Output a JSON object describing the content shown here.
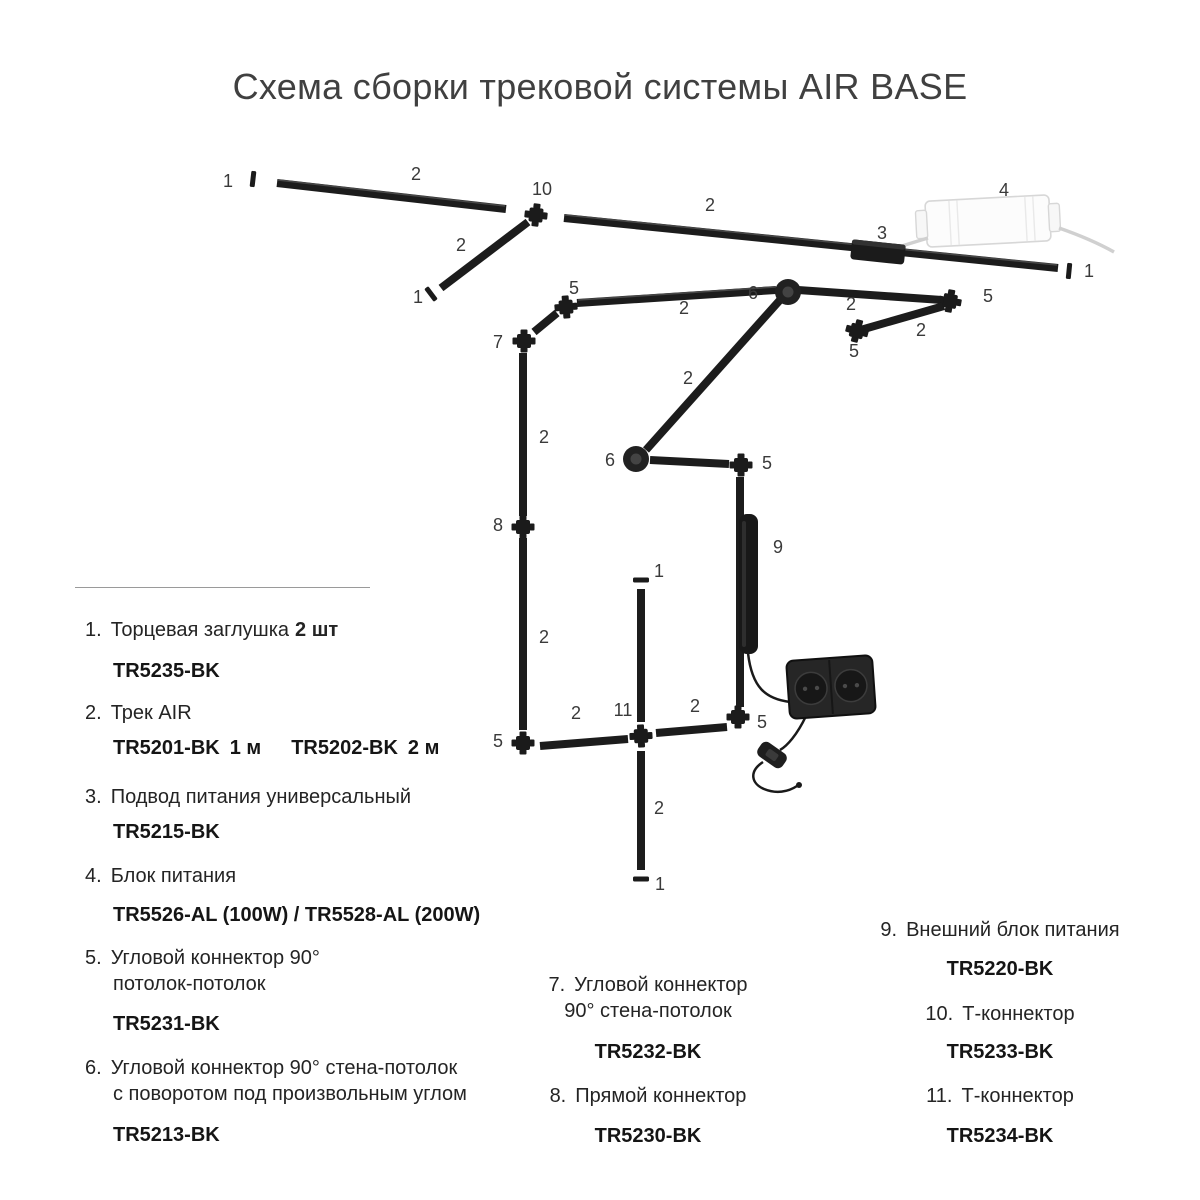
{
  "title": "Схема сборки трековой системы AIR BASE",
  "colors": {
    "track": "#1c1c1c",
    "callout_text": "#3a3a3a",
    "legend_text": "#242424",
    "psu_body": "#fbfbfb"
  },
  "diagram": {
    "callouts": [
      {
        "t": "1"
      },
      {
        "t": "2"
      },
      {
        "t": "10"
      },
      {
        "t": "2"
      },
      {
        "t": "1"
      },
      {
        "t": "2"
      },
      {
        "t": "3"
      },
      {
        "t": "4"
      },
      {
        "t": "1"
      },
      {
        "t": "5"
      },
      {
        "t": "2"
      },
      {
        "t": "6"
      },
      {
        "t": "2"
      },
      {
        "t": "5"
      },
      {
        "t": "2"
      },
      {
        "t": "5"
      },
      {
        "t": "7"
      },
      {
        "t": "2"
      },
      {
        "t": "8"
      },
      {
        "t": "2"
      },
      {
        "t": "2"
      },
      {
        "t": "6"
      },
      {
        "t": "5"
      },
      {
        "t": "9"
      },
      {
        "t": "1"
      },
      {
        "t": "2"
      },
      {
        "t": "11"
      },
      {
        "t": "2"
      },
      {
        "t": "5"
      },
      {
        "t": "5"
      },
      {
        "t": "2"
      },
      {
        "t": "1"
      }
    ]
  },
  "legend": {
    "items": [
      {
        "num": "1.",
        "name": "Торцевая заглушка",
        "qty": "2 шт",
        "code": "TR5235-BK"
      },
      {
        "num": "2.",
        "name": "Трек AIR",
        "code1": "TR5201-BK",
        "size1": "1 м",
        "code2": "TR5202-BK",
        "size2": "2 м"
      },
      {
        "num": "3.",
        "name": "Подвод питания универсальный",
        "code": "TR5215-BK"
      },
      {
        "num": "4.",
        "name": "Блок питания",
        "code": "TR5526-AL (100W) / TR5528-AL (200W)"
      },
      {
        "num": "5.",
        "name_line1": "Угловой коннектор 90°",
        "name_line2": "потолок-потолок",
        "code": "TR5231-BK"
      },
      {
        "num": "6.",
        "name_line1": "Угловой коннектор 90° стена-потолок",
        "name_line2": "с поворотом под произвольным углом",
        "code": "TR5213-BK"
      },
      {
        "num": "7.",
        "name_line1": "Угловой коннектор",
        "name_line2": "90° стена-потолок",
        "code": "TR5232-BK"
      },
      {
        "num": "8.",
        "name": "Прямой коннектор",
        "code": "TR5230-BK"
      },
      {
        "num": "9.",
        "name": "Внешний блок питания",
        "code": "TR5220-BK"
      },
      {
        "num": "10.",
        "name": "Т-коннектор",
        "code": "TR5233-BK"
      },
      {
        "num": "11.",
        "name": "Т-коннектор",
        "code": "TR5234-BK"
      }
    ]
  }
}
